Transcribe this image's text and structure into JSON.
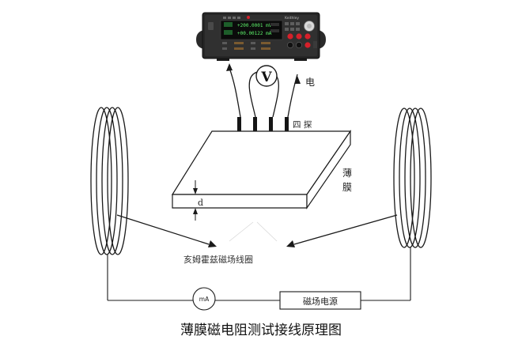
{
  "instrument": {
    "brand": "Keithley",
    "voltage_reading": "+200.0001 mV",
    "current_reading": "+00.00122 mA"
  },
  "labels": {
    "voltmeter": "V",
    "lead_label": "电",
    "probe_label": "四  探",
    "film_label_1": "薄",
    "film_label_2": "膜",
    "thickness": "d",
    "coil_label": "亥姆霍兹磁场线圈",
    "ammeter": "mA",
    "power_source": "磁场电源",
    "caption": "薄膜磁电阻测试接线原理图"
  },
  "colors": {
    "line": "#1a1a1a",
    "instrument_body": "#222222",
    "screen_green": "#5df06a",
    "terminal_red": "#d6202a"
  }
}
